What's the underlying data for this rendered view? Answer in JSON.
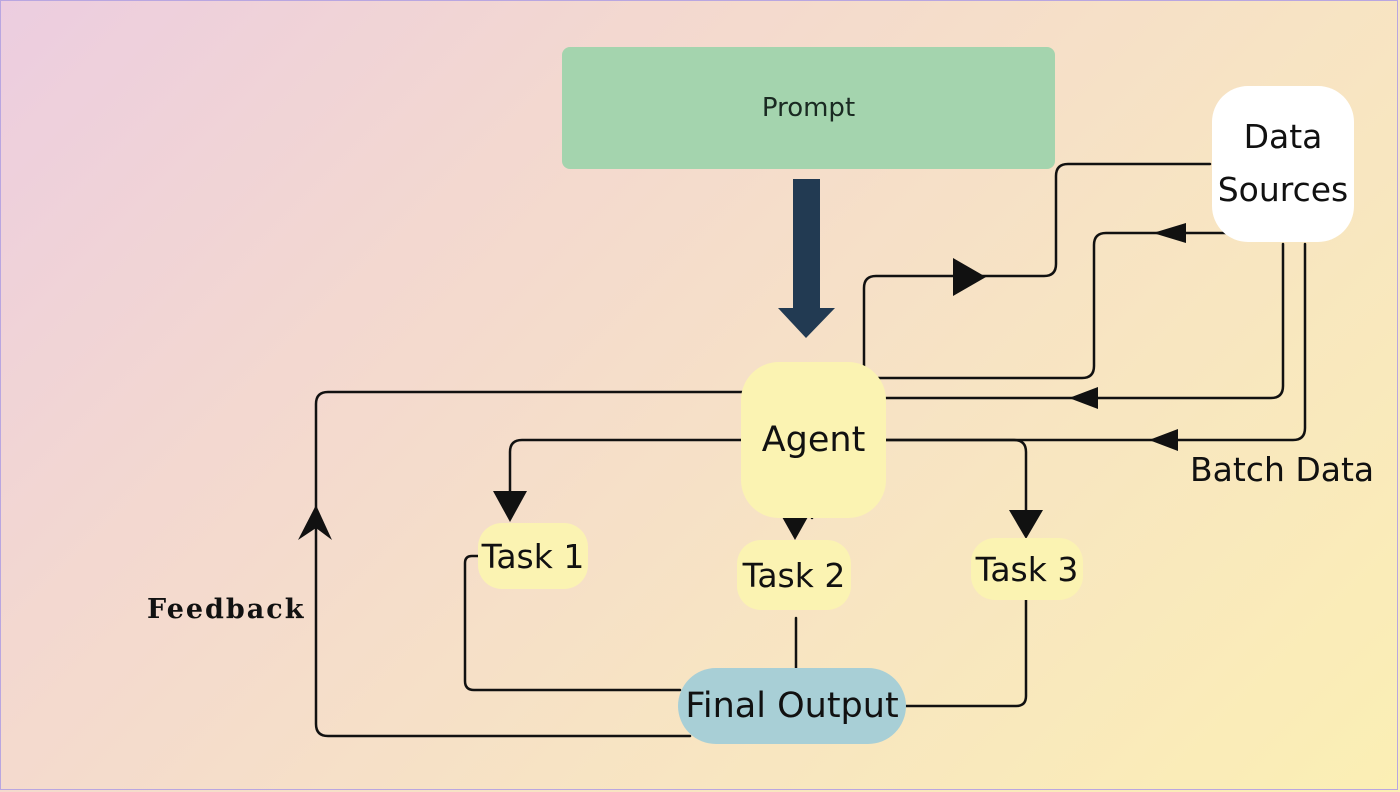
{
  "nodes": {
    "prompt": "Prompt",
    "agent": "Agent",
    "data_sources_line1": "Data",
    "data_sources_line2": "Sources",
    "task1": "Task 1",
    "task2": "Task 2",
    "task3": "Task 3",
    "final_output": "Final Output"
  },
  "labels": {
    "batch_data": "Batch Data",
    "feedback": "Feedback"
  },
  "colors": {
    "prompt_fill": "#a4d4ae",
    "agent_fill": "#fbf3b2",
    "task_fill": "#fbf3b2",
    "final_output_fill": "#a8cfd6",
    "data_sources_fill": "#ffffff",
    "prompt_arrow": "#223a52",
    "line": "#111111"
  }
}
